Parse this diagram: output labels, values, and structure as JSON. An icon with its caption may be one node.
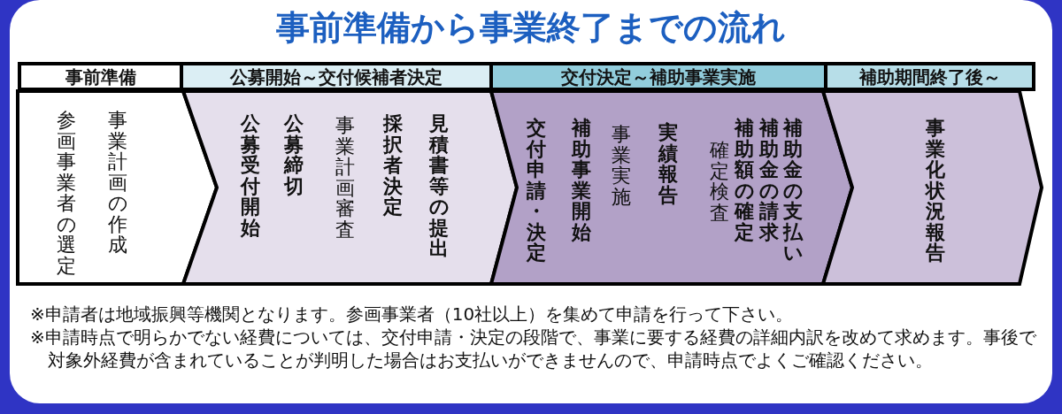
{
  "diagram": {
    "title": "事前準備から事業終了までの流れ",
    "nodes": [
      {
        "text": [
          "事前準備"
        ]
      },
      {
        "text": [
          "公募開始～交付候補者決定"
        ]
      },
      {
        "text": [
          "交付決定～補助事業実施"
        ]
      },
      {
        "text": [
          "補助期間終了後～"
        ]
      },
      {
        "text": [
          "参画事業者の選定",
          "事業計画の作成"
        ]
      },
      {
        "text": [
          "公募受付開始",
          "公募締切",
          "事業計画審査",
          "採択者決定",
          "見積書等の提出"
        ]
      },
      {
        "text": [
          "交付申請・決定",
          "補助事業開始",
          "事業実施",
          "実績報告",
          "確定検査",
          "補助額の確定",
          "補助金の請求",
          "補助金の支払い"
        ]
      },
      {
        "text": [
          "事業化状況報告"
        ]
      }
    ],
    "labels": [
      "※申請者は地域振興等機関となります。参画事業者（10社以上）を集めて申請を行って下さい。",
      "※申請時点で明らかでない経費については、交付申請・決定の段階で、事業に要する経費の詳細内訳を改めて求めます。事後で対象外経費が含まれていることが判明した場合はお支払いができませんので、申請時点でよくご確認ください。"
    ]
  }
}
